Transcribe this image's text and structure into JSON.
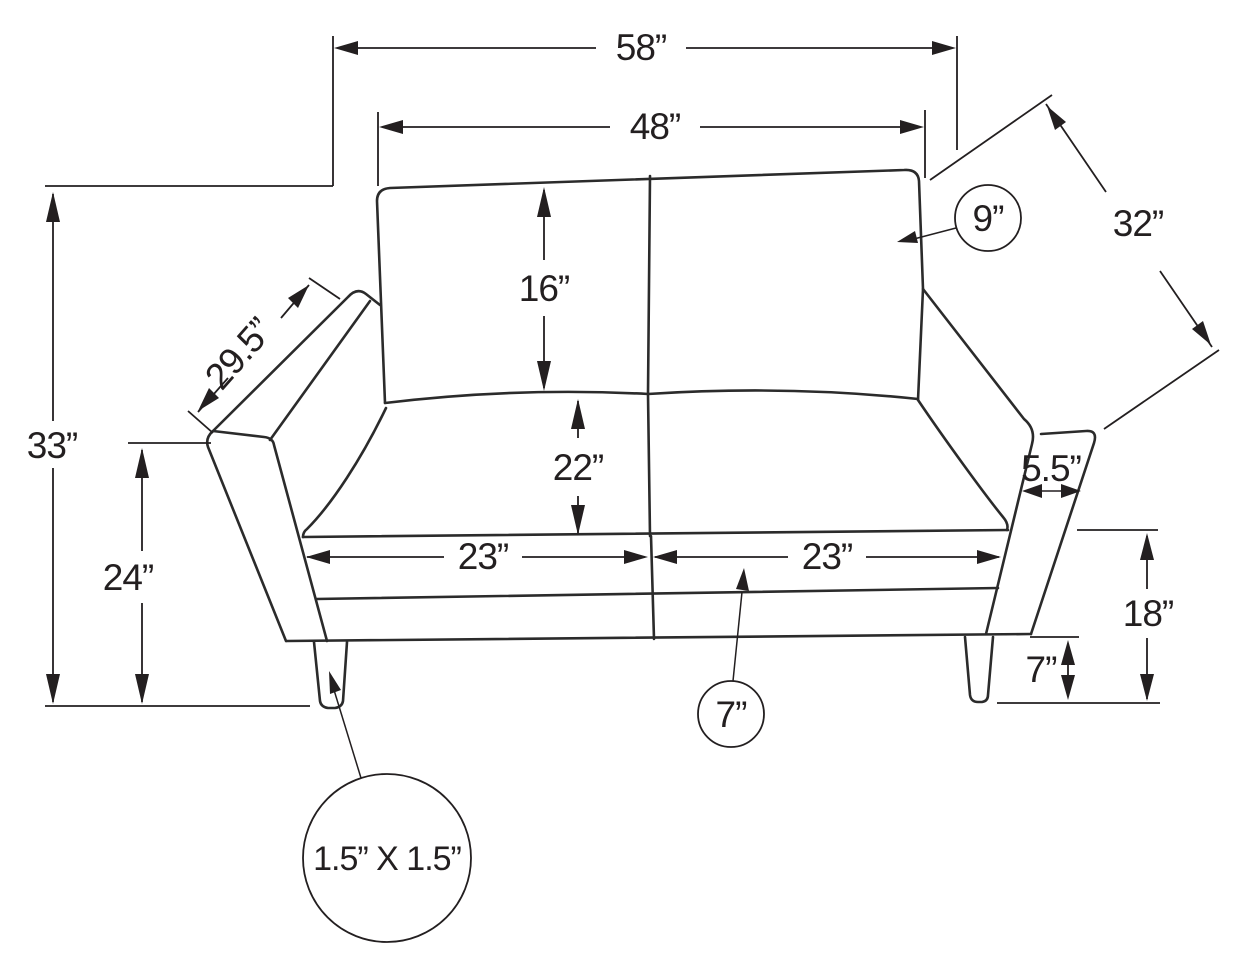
{
  "figure": {
    "type": "furniture-dimension-diagram",
    "subject": "Loveseat sofa front elevation line drawing with dimension callouts",
    "background_color": "#ffffff",
    "line_color": "#231f20",
    "unit": "inches",
    "dimensions": {
      "overall_width": "58”",
      "backrest_width": "48”",
      "overall_height": "33”",
      "arm_front_height": "24”",
      "arm_length_diagonal": "29.5”",
      "back_diagonal_height": "32”",
      "back_cushion_height": "16”",
      "seat_cushion_depth": "22”",
      "seat_width_left": "23”",
      "seat_width_right": "23”",
      "arm_top_width": "5.5”",
      "arm_rest_to_floor": "18”",
      "leg_height": "7”"
    },
    "callouts": {
      "back_cushion_thickness": "9”",
      "seat_front_thickness": "7”",
      "leg_cross_section": "1.5” X 1.5”"
    }
  }
}
